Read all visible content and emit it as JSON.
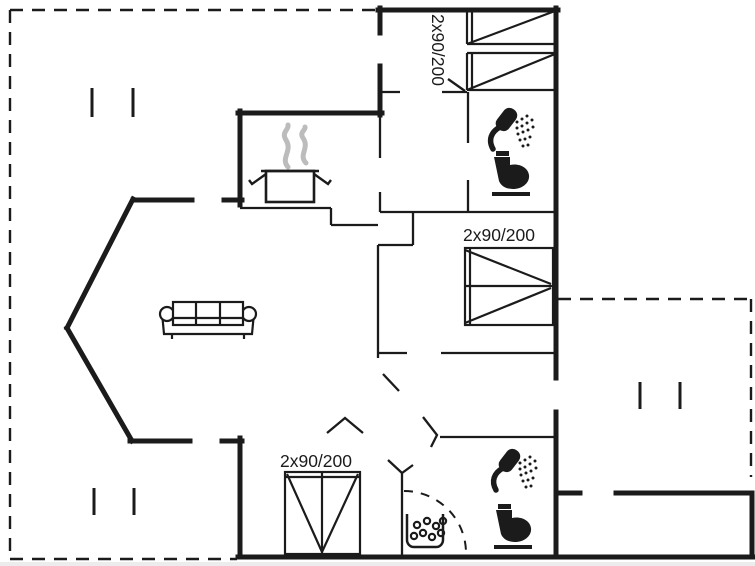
{
  "floor_plan": {
    "background_color": "#ffffff",
    "wall_color": "#1b1b1b",
    "steam_color": "#bcbcbc",
    "labels": {
      "bedroom_top_right_bed_size": "2x90/200",
      "bedroom_middle_right_bed_size": "2x90/200",
      "bedroom_bottom_bed_size": "2x90/200"
    },
    "icons": {
      "bathroom_top_shower": "shower-head-icon",
      "bathroom_top_toilet": "toilet-icon",
      "bathroom_bottom_shower": "shower-head-icon",
      "bathroom_bottom_toilet": "toilet-icon",
      "bathroom_bottom_tray": "pebble-tray-icon",
      "kitchen": "steaming-pot-icon",
      "living_room": "sofa-icon",
      "beds_top_right": "single-bed-icon",
      "bed_middle_right": "double-bed-icon",
      "bed_bottom": "double-bed-icon"
    }
  }
}
